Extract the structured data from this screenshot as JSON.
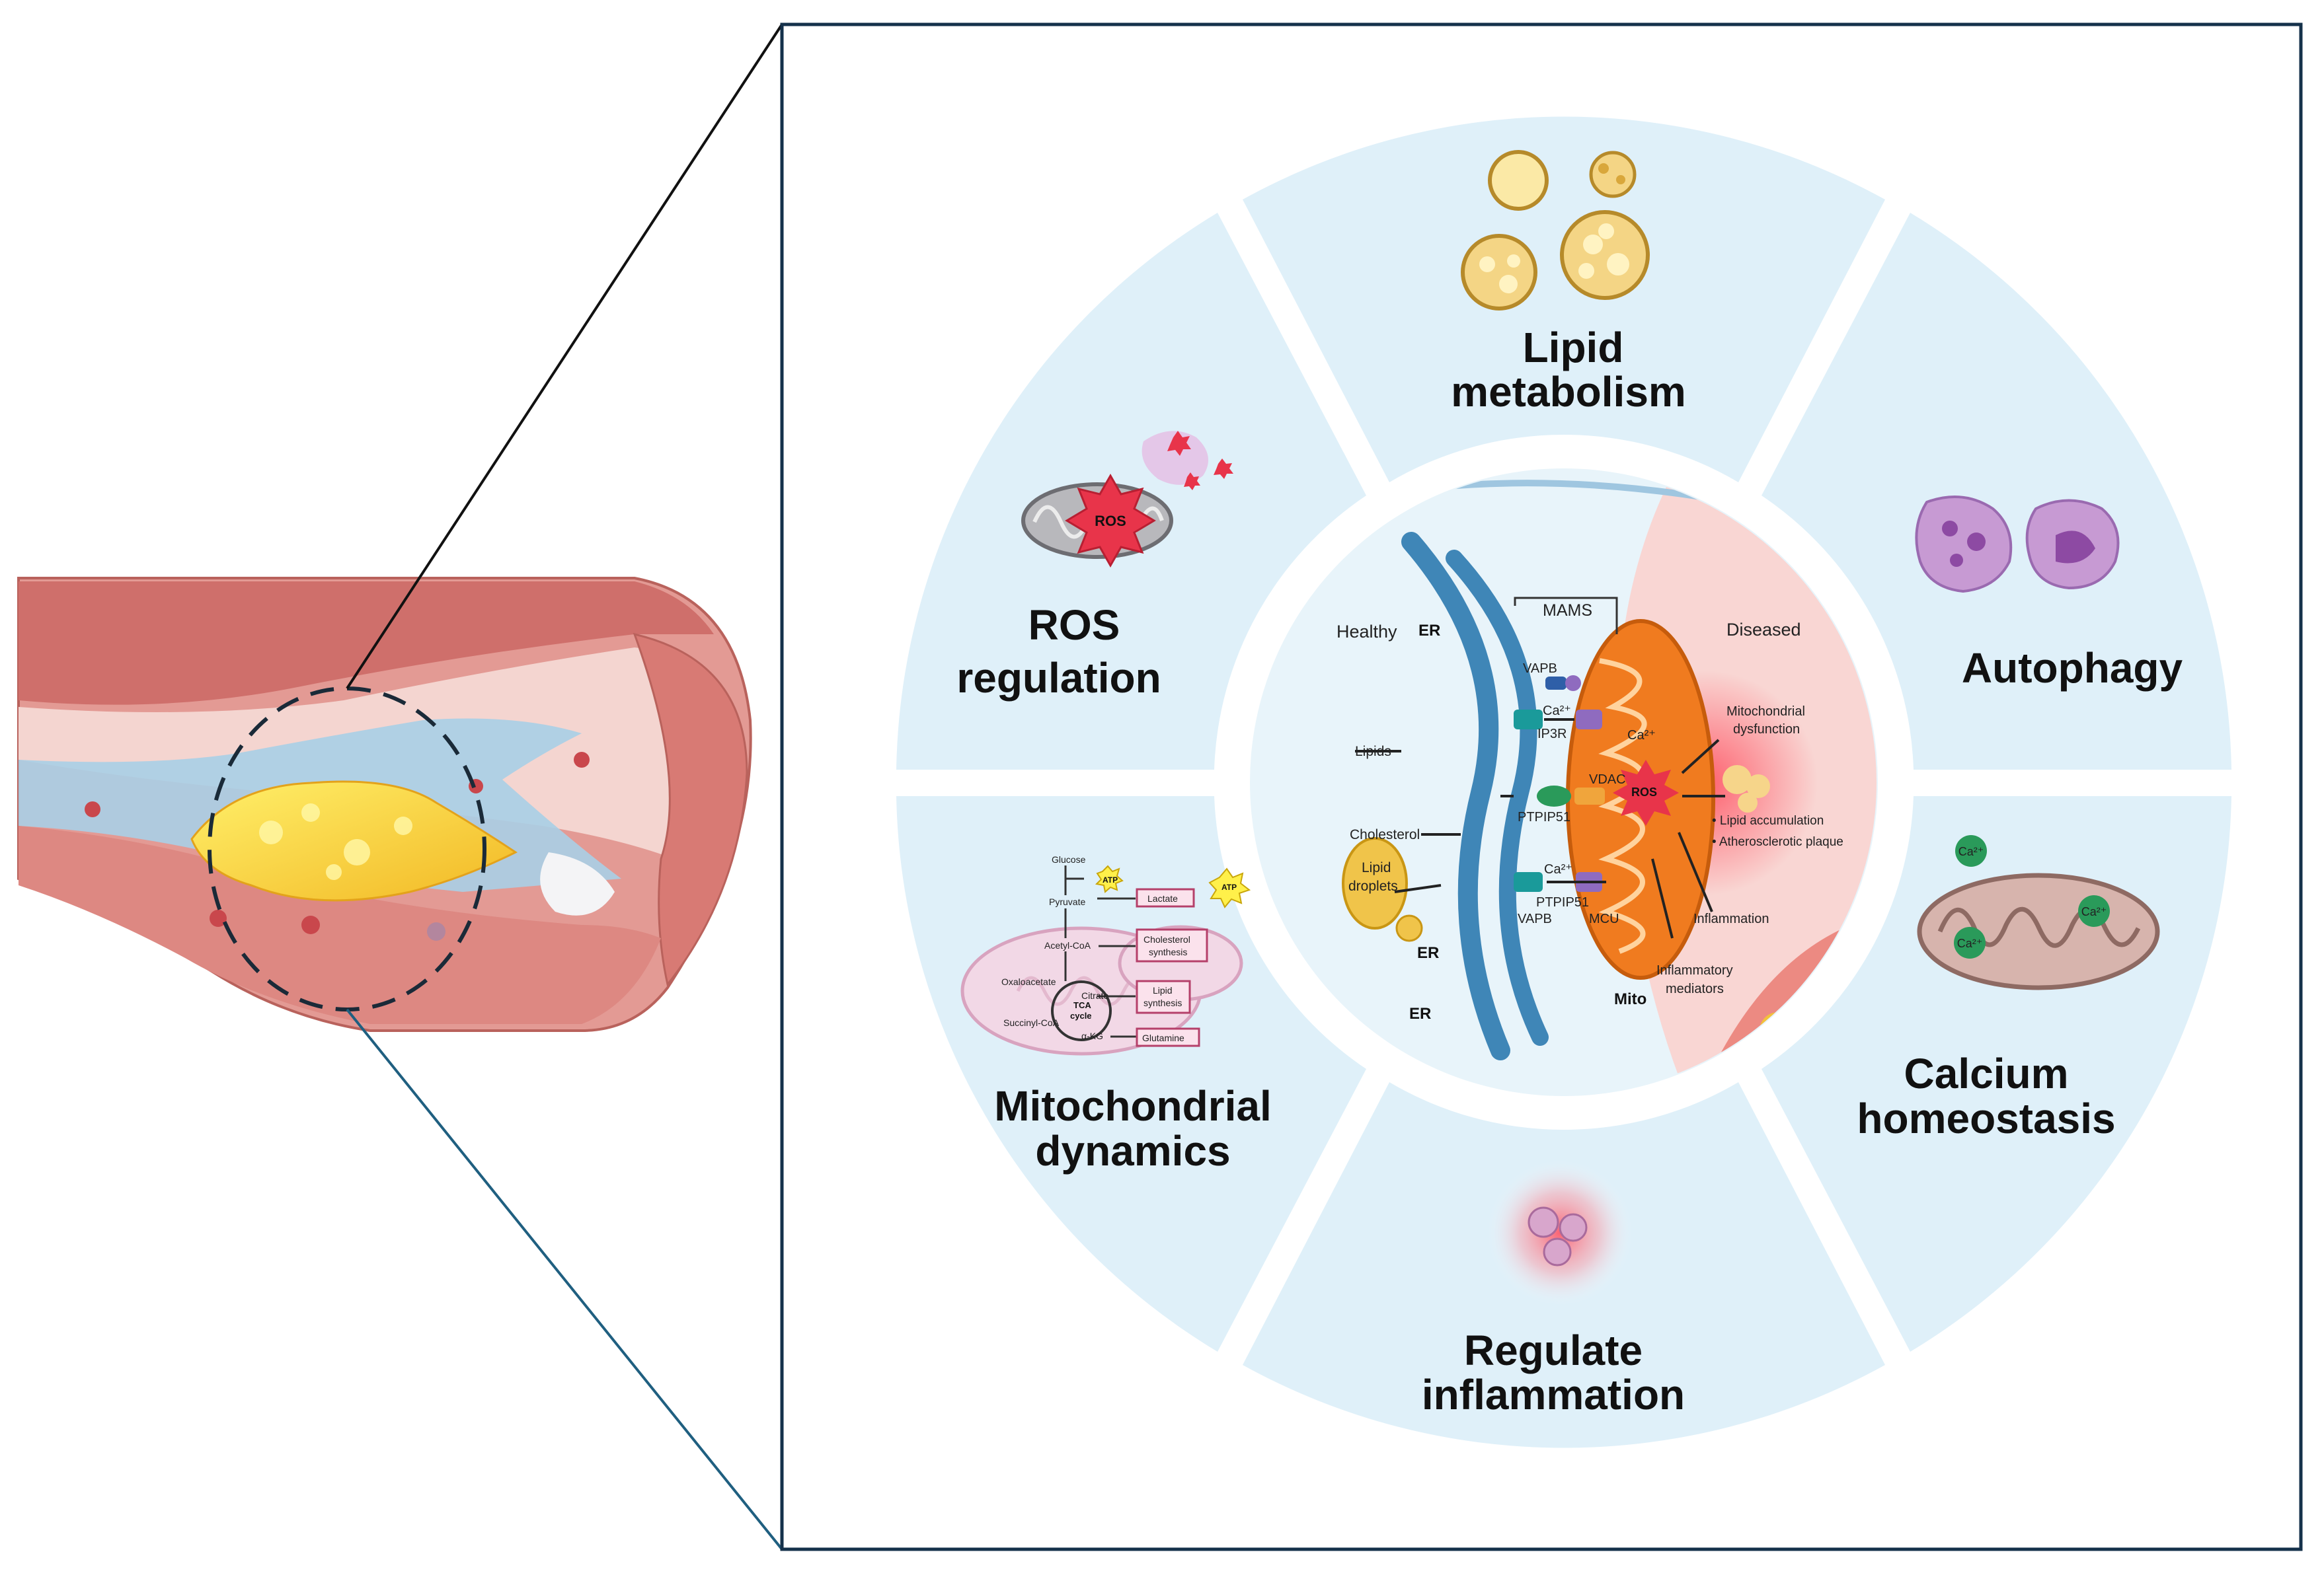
{
  "colors": {
    "segment_fill": "#dff0f9",
    "frame_stroke": "#15314b",
    "connector_dark": "#111111",
    "connector_blue": "#1f5f80",
    "er_blue": "#3f86b7",
    "mito_orange": "#f07b1f",
    "diseased_pink": "#f9d6d3",
    "ros_red": "#e8344a",
    "lipid_yellow": "#f0c44a",
    "vessel_red": "#d8827c"
  },
  "segments": {
    "lipid": {
      "line1": "Lipid",
      "line2": "metabolism"
    },
    "autophagy": {
      "line1": "Autophagy"
    },
    "calcium": {
      "line1": "Calcium",
      "line2": "homeostasis",
      "ion": "Ca²⁺"
    },
    "inflammation": {
      "line1": "Regulate",
      "line2": "inflammation"
    },
    "dynamics": {
      "line1": "Mitochondrial",
      "line2": "dynamics"
    },
    "ros": {
      "line1": "ROS",
      "line2": "regulation",
      "badge": "ROS"
    }
  },
  "metabolism": {
    "glucose": "Glucose",
    "pyruvate": "Pyruvate",
    "acetyl": "Acetyl-CoA",
    "oxalo": "Oxaloacetate",
    "citrate": "Citrate",
    "succinyl": "Succinyl-CoA",
    "akg": "α-KG",
    "tca1": "TCA",
    "tca2": "cycle",
    "atp": "ATP",
    "lactate": "Lactate",
    "chol1": "Cholesterol",
    "chol2": "synthesis",
    "lipid1": "Lipid",
    "lipid2": "synthesis",
    "glutamine": "Glutamine"
  },
  "center": {
    "healthy": "Healthy",
    "diseased": "Diseased",
    "mams": "MAMS",
    "er": "ER",
    "mito": "Mito",
    "vapb": "VAPB",
    "ca": "Ca²⁺",
    "ip3r": "IP3R",
    "vdac": "VDAC",
    "ptpip51": "PTPIP51",
    "mcu": "MCU",
    "ros": "ROS",
    "lipids": "Lipids",
    "cholesterol": "Cholesterol",
    "lipid_droplets_1": "Lipid",
    "lipid_droplets_2": "droplets",
    "mito_dys_1": "Mitochondrial",
    "mito_dys_2": "dysfunction",
    "lipid_acc": "• Lipid accumulation",
    "athero": "• Atherosclerotic plaque",
    "inflammation": "Inflammation",
    "inflam_med_1": "Inflammatory",
    "inflam_med_2": "mediators"
  }
}
